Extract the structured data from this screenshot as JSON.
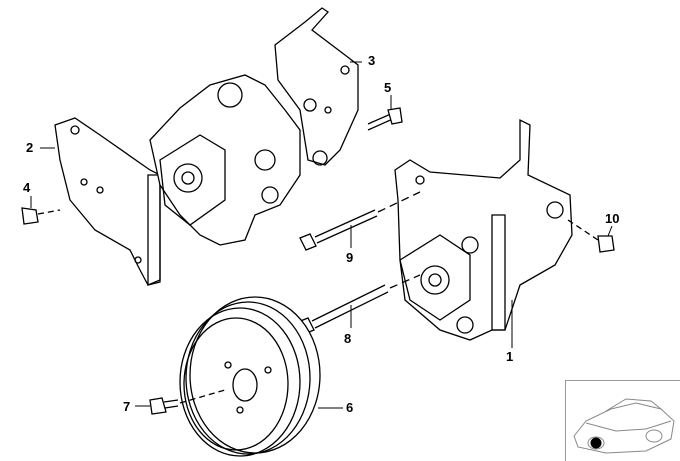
{
  "diagram": {
    "callouts": [
      {
        "id": "1",
        "label": "1"
      },
      {
        "id": "2",
        "label": "2"
      },
      {
        "id": "3",
        "label": "3"
      },
      {
        "id": "4",
        "label": "4"
      },
      {
        "id": "5",
        "label": "5"
      },
      {
        "id": "6",
        "label": "6"
      },
      {
        "id": "7",
        "label": "7"
      },
      {
        "id": "8",
        "label": "8"
      },
      {
        "id": "9",
        "label": "9"
      },
      {
        "id": "10",
        "label": "10"
      }
    ],
    "locator_marker_color": "#000000"
  }
}
